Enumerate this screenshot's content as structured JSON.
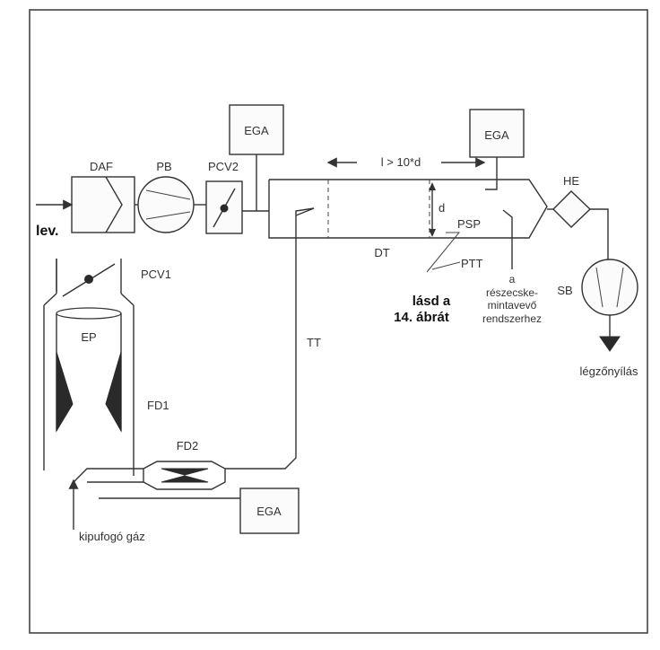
{
  "labels": {
    "ega_top_left": "EGA",
    "ega_top_right": "EGA",
    "ega_bottom": "EGA",
    "daf": "DAF",
    "pb": "PB",
    "pcv2": "PCV2",
    "length": "l > 10*d",
    "he": "HE",
    "lev": "lev.",
    "d": "d",
    "psp": "PSP",
    "dt": "DT",
    "ptt": "PTT",
    "a": "a",
    "reszecske": "részecske-",
    "mintaveto": "mintavevő",
    "rendszerhez": "rendszerhez",
    "lasd_a": "lásd a",
    "abrat": "14. ábrát",
    "pcv1": "PCV1",
    "sb": "SB",
    "ep": "EP",
    "tt": "TT",
    "legzonyilas": "légzőnyílás",
    "fd1": "FD1",
    "fd2": "FD2",
    "kipufogo": "kipufogó gáz"
  }
}
